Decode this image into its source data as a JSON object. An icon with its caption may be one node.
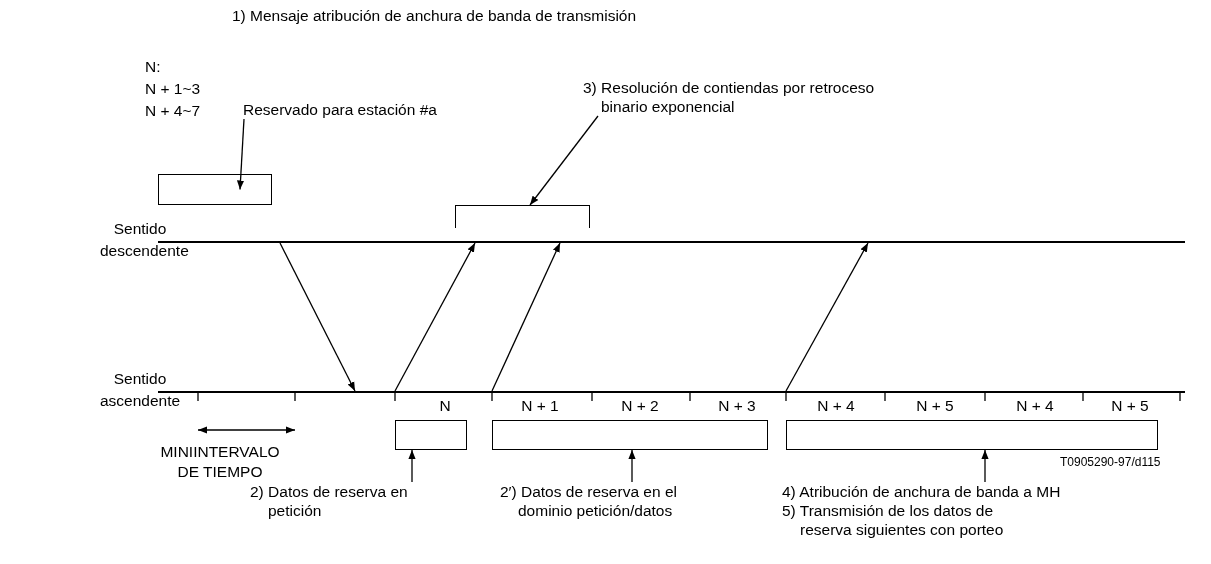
{
  "diagram": {
    "nodes": [
      {
        "text": [
          "Reservado para estación #a"
        ]
      },
      {
        "text": [],
        "shape": "box"
      },
      {
        "text": [
          "3) Resolución de contiendas por retroceso binario exponencial"
        ]
      },
      {
        "text": [],
        "shape": "bracket"
      },
      {
        "text": [],
        "shape": "bar",
        "beside": [
          "Sentido descendente"
        ]
      },
      {
        "text": [],
        "shape": "bar",
        "beside": [
          "Sentido ascendente"
        ]
      },
      {
        "text": [],
        "shape": "box"
      },
      {
        "text": [],
        "shape": "box"
      },
      {
        "text": [],
        "shape": "box"
      },
      {
        "text": [
          "2) Datos de reserva en petición"
        ]
      },
      {
        "text": [
          "2′) Datos de reserva en el dominio petición/datos"
        ]
      },
      {
        "text": [
          "4) Atribución de anchura de banda a MH",
          "5) Transmisión de los datos de reserva siguientes con porteo"
        ]
      }
    ],
    "edges": [
      {
        "from": 0,
        "to": 1,
        "arrow": "to"
      },
      {
        "from": 2,
        "to": 3,
        "arrow": "to"
      },
      {
        "from": 4,
        "to": 5,
        "arrow": "to"
      },
      {
        "from": 5,
        "to": 4,
        "arrow": "to"
      },
      {
        "from": 5,
        "to": 4,
        "arrow": "to"
      },
      {
        "from": 5,
        "to": 4,
        "arrow": "to"
      },
      {
        "from": 9,
        "to": 6,
        "arrow": "to"
      },
      {
        "from": 10,
        "to": 7,
        "arrow": "to"
      },
      {
        "from": 11,
        "to": 8,
        "arrow": "to"
      }
    ],
    "labels": [
      "1) Mensaje atribución de anchura de banda de transmisión",
      "N:",
      "N + 1~3",
      "N + 4~7",
      "N",
      "N + 1",
      "N + 2",
      "N + 3",
      "N + 4",
      "N + 5",
      "N + 4",
      "N + 5",
      "MINIINTERVALO DE TIEMPO",
      "T0905290-97/d115"
    ]
  }
}
